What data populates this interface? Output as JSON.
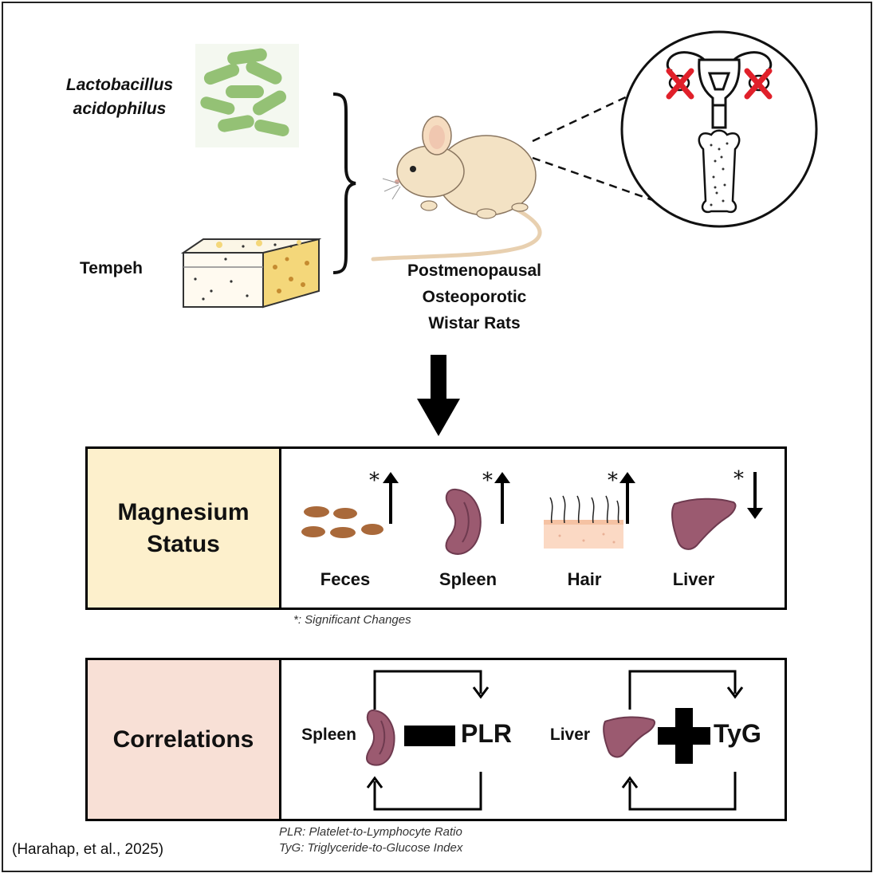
{
  "top": {
    "probiotic_label_line1": "Lactobacillus",
    "probiotic_label_line2": "acidophilus",
    "tempeh_label": "Tempeh",
    "rat_label_line1": "Postmenopausal",
    "rat_label_line2": "Osteoporotic",
    "rat_label_line3": "Wistar Rats"
  },
  "magnesium": {
    "title_line1": "Magnesium",
    "title_line2": "Status",
    "bg_color": "#fdf0cc",
    "items": [
      {
        "label": "Feces",
        "marker": "*",
        "direction": "up"
      },
      {
        "label": "Spleen",
        "marker": "*",
        "direction": "up"
      },
      {
        "label": "Hair",
        "marker": "*",
        "direction": "up"
      },
      {
        "label": "Liver",
        "marker": "*",
        "direction": "down"
      }
    ],
    "footnote": "*: Significant Changes"
  },
  "correlations": {
    "title": "Correlations",
    "bg_color": "#f8e0d6",
    "left": {
      "organ": "Spleen",
      "sign": "negative",
      "index": "PLR"
    },
    "right": {
      "organ": "Liver",
      "sign": "positive",
      "index": "TyG"
    },
    "footnote_line1": "PLR: Platelet-to-Lymphocyte Ratio",
    "footnote_line2": "TyG: Triglyceride-to-Glucose Index"
  },
  "citation": "(Harahap, et al., 2025)",
  "colors": {
    "organ": "#9b5a70",
    "organ_dark": "#6e3a4f",
    "bacteria": "#8fbf6f",
    "feces": "#a9693a",
    "rat_body": "#f3e2c4",
    "cross": "#e0202a"
  }
}
